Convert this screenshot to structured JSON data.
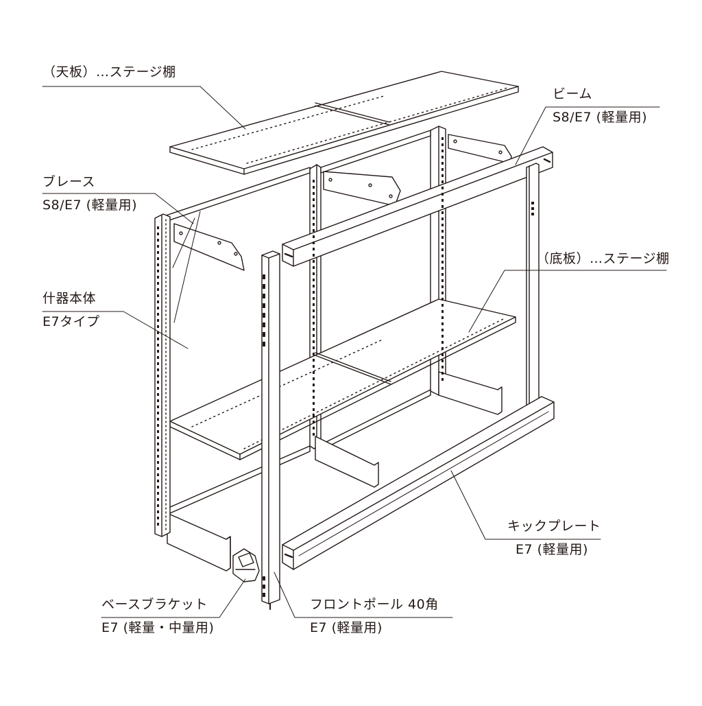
{
  "labels": {
    "top_shelf": "（天板）…ステージ棚",
    "beam_name": "ビーム",
    "beam_spec": "S8/E7 (軽量用)",
    "brace_name": "ブレース",
    "brace_spec": "S8/E7 (軽量用)",
    "bottom_shelf": "（底板）…ステージ棚",
    "body_name": "什器本体",
    "body_spec": "E7タイプ",
    "kick_name": "キックプレート",
    "kick_spec": "E7 (軽量用)",
    "bracket_name": "ベースブラケット",
    "bracket_spec": "E7 (軽量・中量用)",
    "pole_name": "フロントポール 40角",
    "pole_spec": "E7 (軽量用)"
  },
  "colors": {
    "line": "#231815",
    "fill": "#ffffff",
    "shade": "#eeeeee"
  }
}
